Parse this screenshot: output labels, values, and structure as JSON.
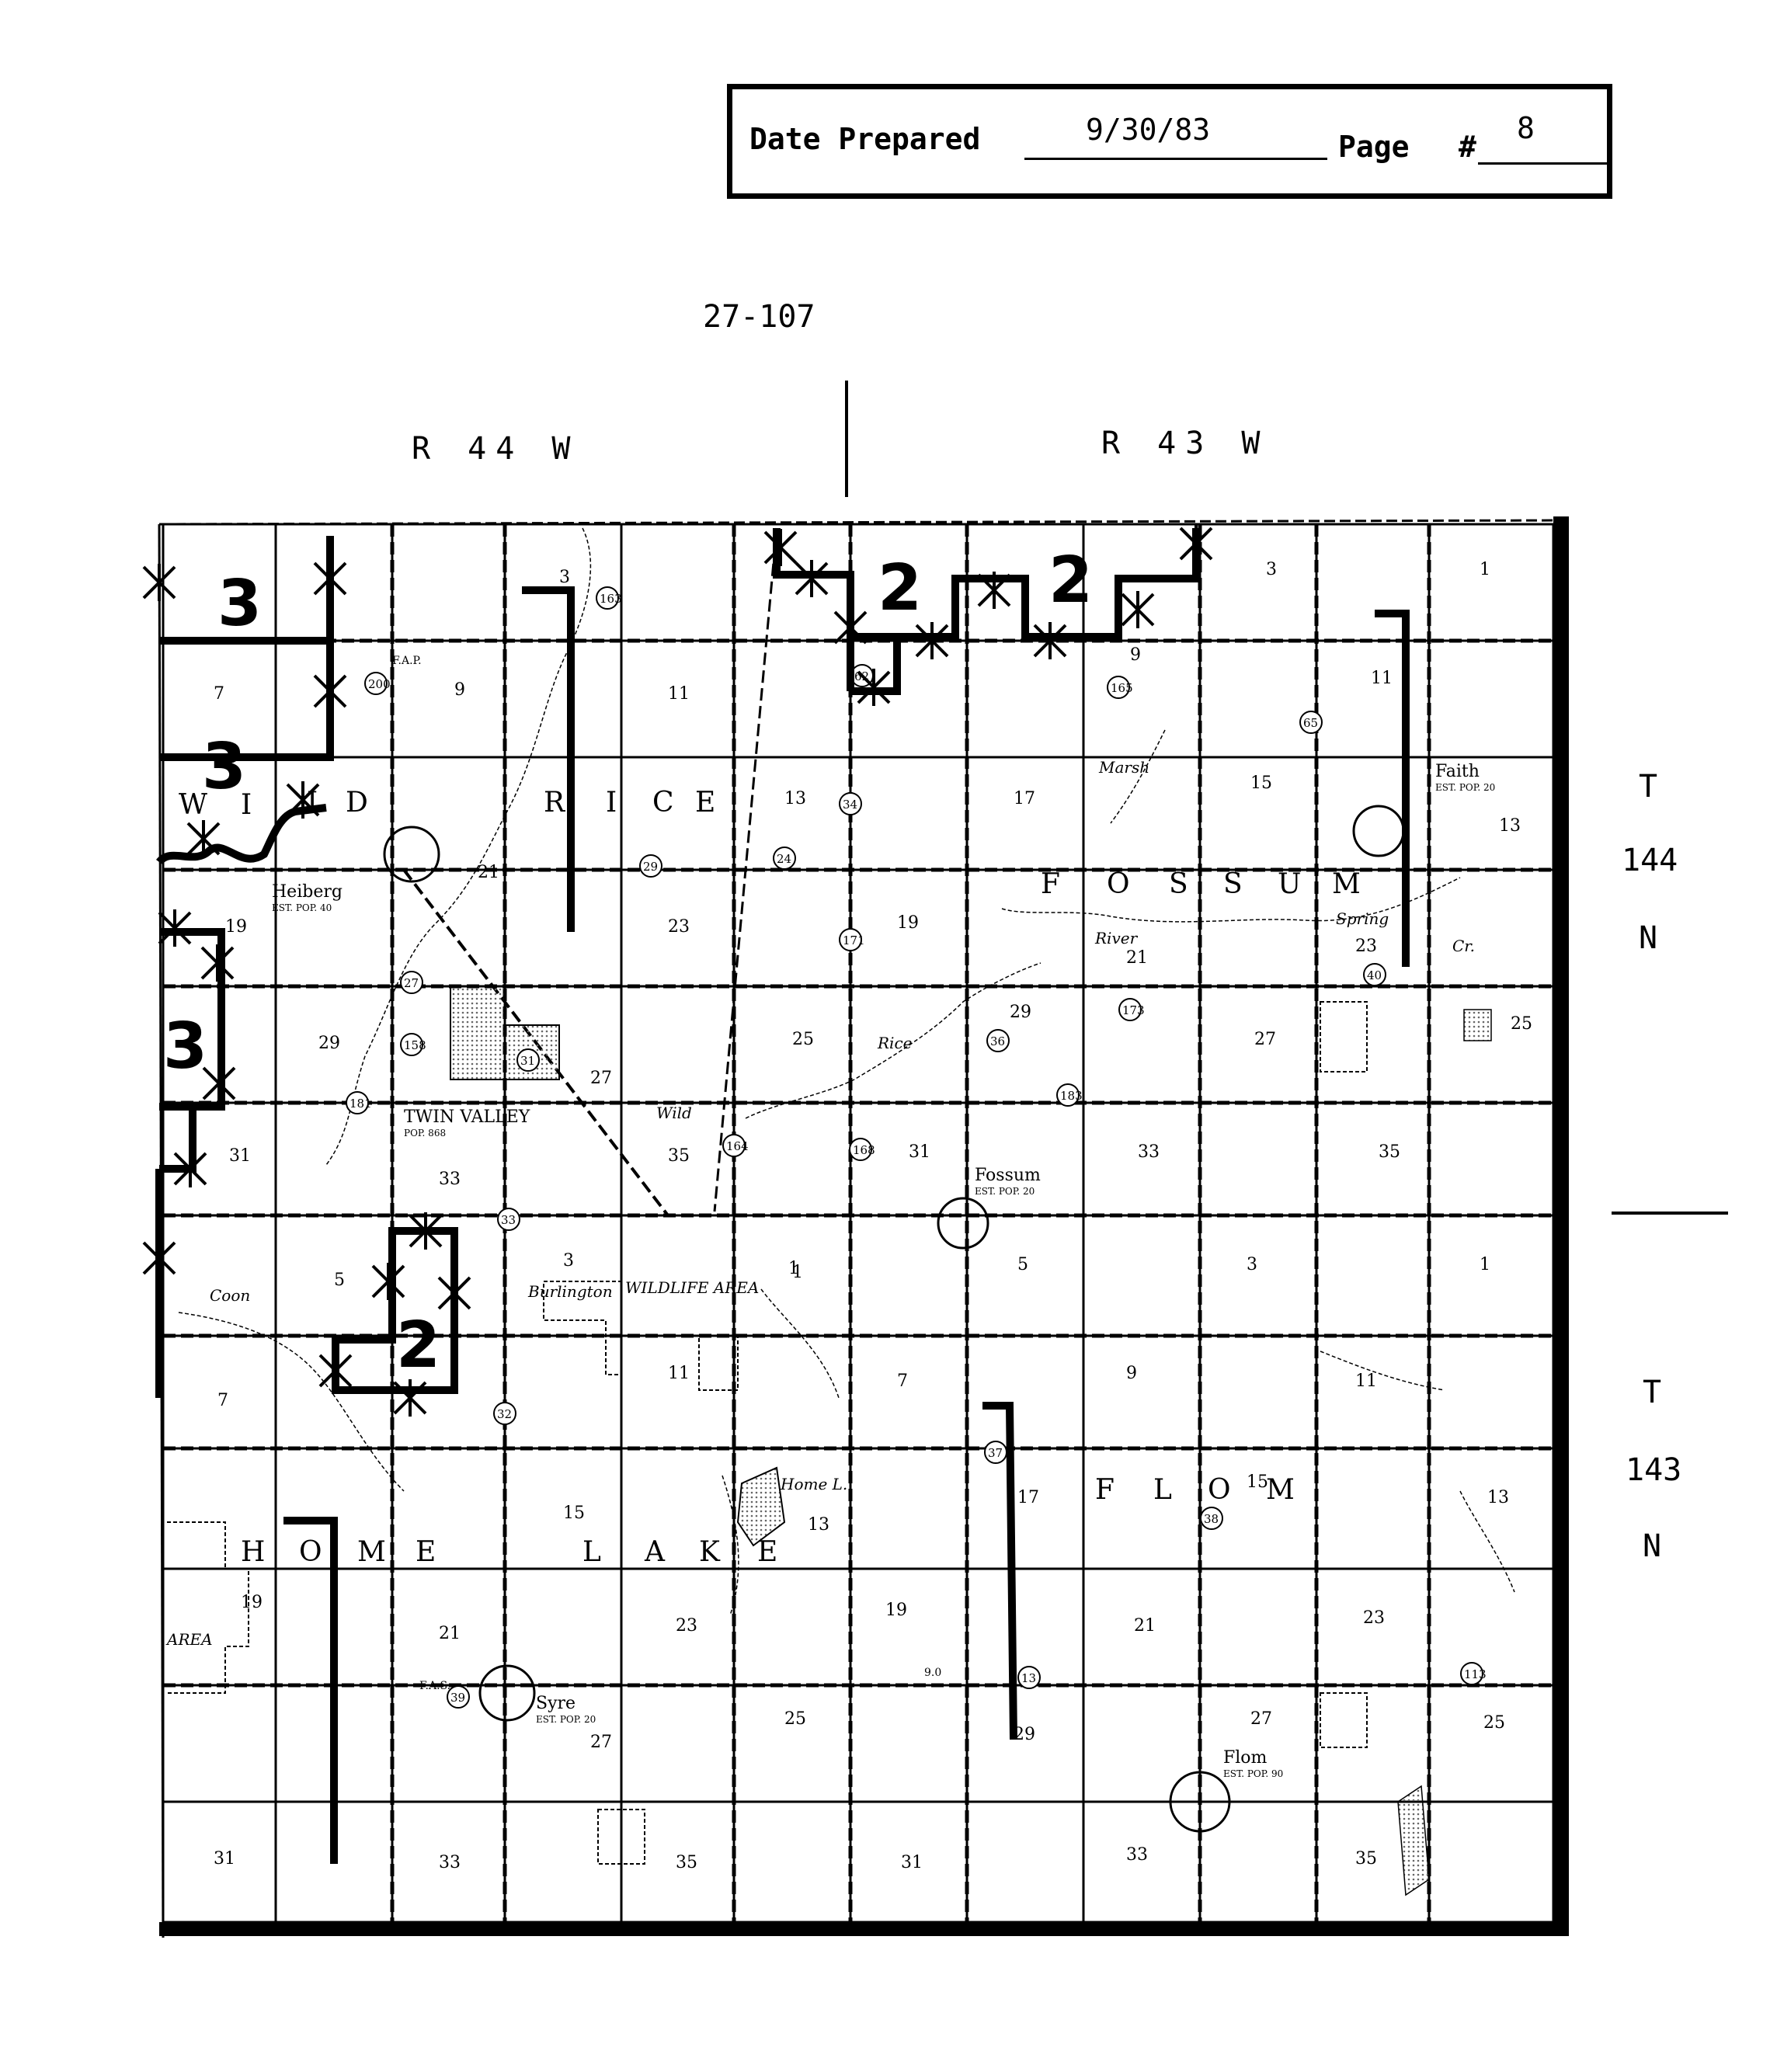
{
  "header": {
    "date_label": "Date Prepared",
    "date_value": "9/30/83",
    "page_label": "Page",
    "page_hash": "#",
    "page_value": "8"
  },
  "map_id": "27-107",
  "ranges": [
    "R 44 W",
    "R 43 W"
  ],
  "townships": [
    {
      "t": "T",
      "num": "144",
      "n": "N"
    },
    {
      "t": "T",
      "num": "143",
      "n": "N"
    }
  ],
  "township_names": [
    {
      "letters": [
        "W",
        "I",
        "L",
        "D",
        " ",
        "R",
        "I",
        "C",
        "E"
      ],
      "label": "WILD RICE"
    },
    {
      "letters": [
        "F",
        "O",
        "S",
        "S",
        "U",
        "M"
      ],
      "label": "FOSSUM"
    },
    {
      "letters": [
        "H",
        "O",
        "M",
        "E",
        " ",
        "L",
        "A",
        "K",
        "E"
      ],
      "label": "HOME LAKE"
    },
    {
      "letters": [
        "F",
        "L",
        "O",
        "M"
      ],
      "label": "FLOM"
    }
  ],
  "section_numbers": {
    "wild_rice": [
      "3",
      "7",
      "9",
      "11",
      "13",
      "19",
      "21",
      "23",
      "25",
      "27",
      "29",
      "31",
      "33",
      "35",
      "1"
    ],
    "fossum": [
      "3",
      "1",
      "9",
      "11",
      "13",
      "15",
      "17",
      "19",
      "21",
      "23",
      "25",
      "27",
      "29",
      "31",
      "33",
      "35"
    ],
    "home_lake": [
      "1",
      "3",
      "5",
      "7",
      "11",
      "13",
      "15",
      "19",
      "21",
      "23",
      "25",
      "27",
      "31",
      "33",
      "35"
    ],
    "flom": [
      "1",
      "3",
      "5",
      "7",
      "9",
      "11",
      "13",
      "15",
      "17",
      "19",
      "21",
      "23",
      "25",
      "27",
      "29",
      "31",
      "33",
      "35"
    ]
  },
  "places": [
    {
      "name": "Heiberg",
      "pop": "EST. POP. 40"
    },
    {
      "name": "TWIN VALLEY",
      "pop": "POP. 868"
    },
    {
      "name": "Fossum",
      "pop": "EST. POP. 20"
    },
    {
      "name": "Faith",
      "pop": "EST. POP. 20"
    },
    {
      "name": "Syre",
      "pop": "EST. POP. 20"
    },
    {
      "name": "Flom",
      "pop": "EST. POP. 90"
    }
  ],
  "features": [
    "Wild",
    "Rice",
    "River",
    "Marsh",
    "Spring",
    "Cr.",
    "Coon",
    "Home L.",
    "Burlington",
    "WILDLIFE AREA",
    "AREA"
  ],
  "road_markers": [
    "200",
    "163",
    "62",
    "165",
    "34",
    "29",
    "171",
    "27",
    "158",
    "181",
    "31",
    "164",
    "36",
    "183",
    "173",
    "40",
    "32",
    "37",
    "113",
    "39",
    "38",
    "13",
    "65",
    "168",
    "33",
    "24",
    "9.0",
    "F.A.S.",
    "F.A.P."
  ],
  "annotations": {
    "zone_2": "2",
    "zone_3": "3"
  },
  "colors": {
    "ink": "#000000",
    "paper": "#ffffff",
    "stipple": "#888888"
  }
}
